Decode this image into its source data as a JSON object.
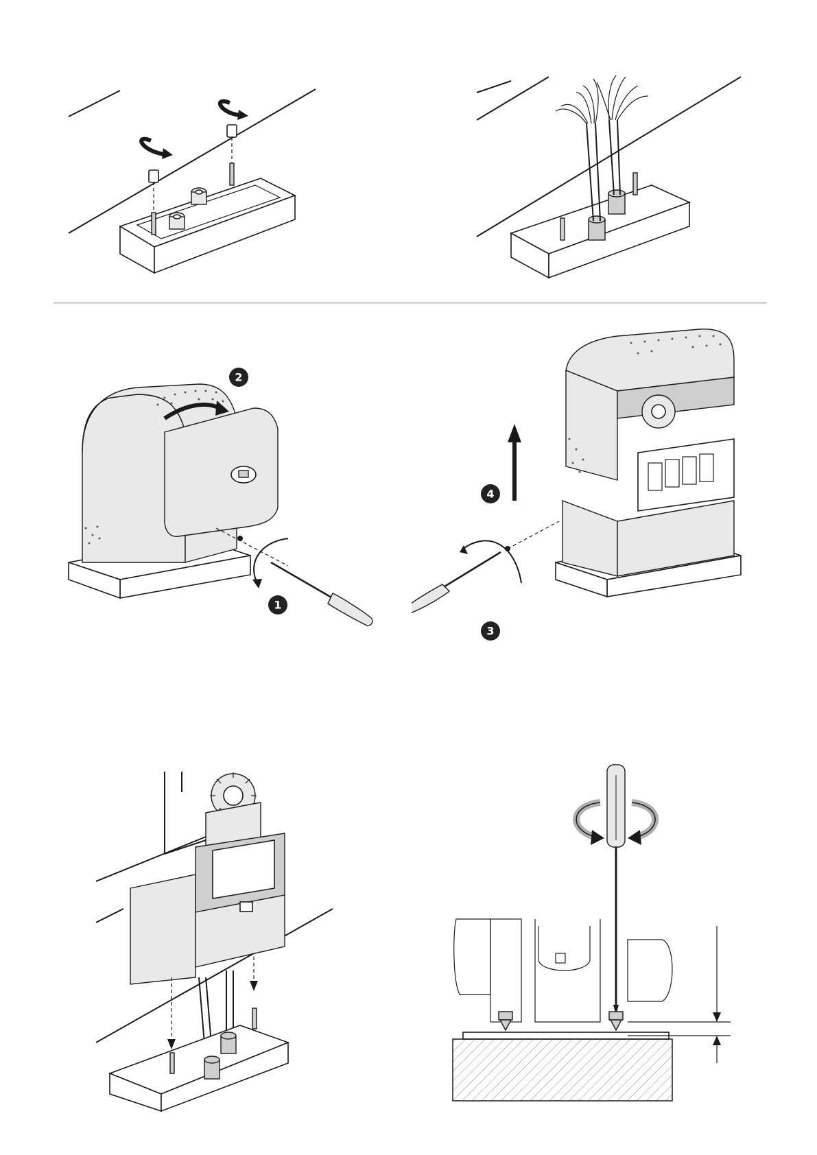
{
  "steps": [
    {
      "id": "1",
      "label": "1"
    },
    {
      "id": "2",
      "label": "2"
    },
    {
      "id": "3",
      "label": "3"
    },
    {
      "id": "4",
      "label": "4"
    }
  ],
  "colors": {
    "line": "#1a1a1a",
    "divider": "#d4d4d4",
    "badge": "#222222",
    "housing": "#e9e9e9",
    "housing_dark": "#cfcfcf"
  },
  "icons": [
    "rotate-arrow-icon",
    "screwdriver-icon",
    "lift-arrow-icon"
  ]
}
